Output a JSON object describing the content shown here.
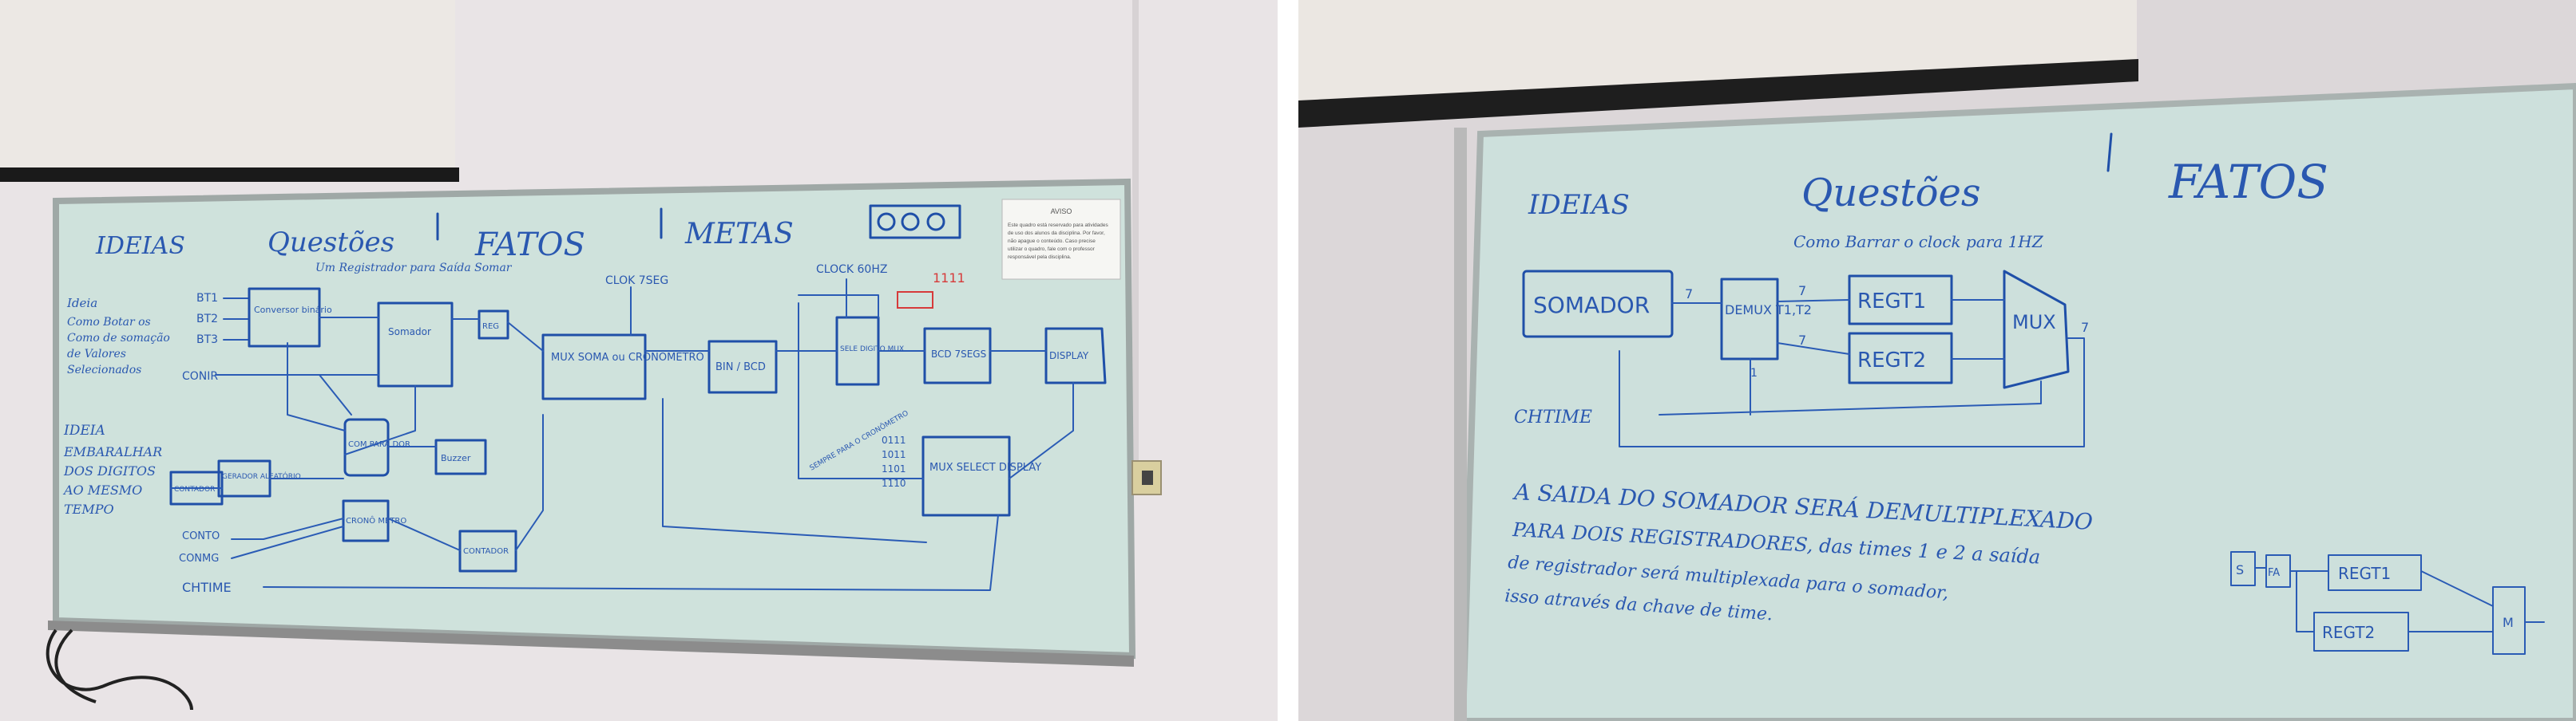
{
  "left": {
    "headings": {
      "ideias": "IDEIAS",
      "questoes": "Questões",
      "fatos": "FATOS",
      "metas": "METAS"
    },
    "note_question": "Um Registrador para Saída Somar",
    "ideas_top": [
      "Ideia",
      "Como Botar os",
      "Como de somação",
      "de Valores",
      "Selecionados"
    ],
    "ideas_bottom": [
      "IDEIA",
      "EMBARALHAR",
      "DOS DIGITOS",
      "AO MESMO",
      "TEMPO"
    ],
    "inputs": [
      "BT1",
      "BT2",
      "BT3"
    ],
    "blocks": {
      "conversor": "Conversor binário",
      "somador": "Somador",
      "reg": "REG",
      "comparador": "COM PARA DOR",
      "buzzer": "Buzzer",
      "mux_soma": "MUX SOMA ou CRONÔMETRO",
      "bin_bcd": "BIN / BCD",
      "sele_digito": "SELE DIGITO MUX",
      "bcd_7segs": "BCD 7SEGS",
      "display": "DISPLAY",
      "mux_select": "MUX SELECT DISPLAY",
      "cronometro": "CRONÔ METRO",
      "contador": "CONTADOR",
      "counter_left": "CONTADOR",
      "gerador": "GERADOR ALEATÓRIO"
    },
    "signals": {
      "clk_7seg": "CLOK 7SEG",
      "clock_60hz": "CLOCK 60HZ",
      "conir": "CONIR",
      "conto": "CONTO",
      "conmg": "CONMG",
      "chtime": "CHTIME",
      "sequence": [
        "0111",
        "1011",
        "1101",
        "1110"
      ],
      "sequence_label": "SEMPRE PARA O CRONÔMETRO"
    },
    "red_note": "1111",
    "paper_title": "AVISO",
    "paper_lines": [
      "Este quadro está reservado para atividades",
      "de uso dos alunos da disciplina. Por favor,",
      "não apague o conteúdo. Caso precise",
      "utilizar o quadro, fale com o professor",
      "responsável pela disciplina."
    ]
  },
  "right": {
    "headings": {
      "ideias": "IDEIAS",
      "questoes": "Questões",
      "fatos": "FATOS"
    },
    "question": "Como Barrar o clock para 1HZ",
    "blocks": {
      "somador": "SOMADOR",
      "demux": "DEMUX T1,T2",
      "regt1": "REGT1",
      "regt2": "REGT2",
      "mux": "MUX"
    },
    "chtime": "CHTIME",
    "bus_label": "7",
    "sel_label": "1",
    "caption_lines": [
      "A SAIDA DO SOMADOR SERÁ DEMULTIPLEXADO",
      "PARA DOIS REGISTRADORES, das times 1 e 2 a saída",
      "de registrador será multiplexada para o somador,",
      "isso através da chave de time."
    ],
    "mini": {
      "s": "S",
      "fa": "FA",
      "regt1": "REGT1",
      "regt2": "REGT2",
      "m": "M"
    }
  }
}
